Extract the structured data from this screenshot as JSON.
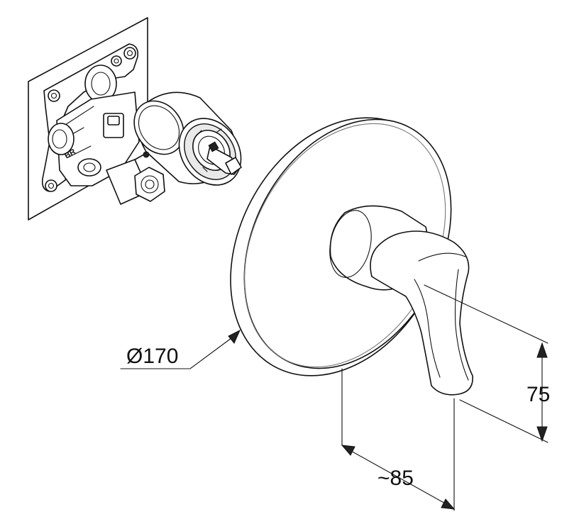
{
  "dimensions": {
    "diameter_label": "Ø170",
    "depth_label": "~85",
    "height_label": "75"
  },
  "housing": {
    "marking": "BR"
  }
}
